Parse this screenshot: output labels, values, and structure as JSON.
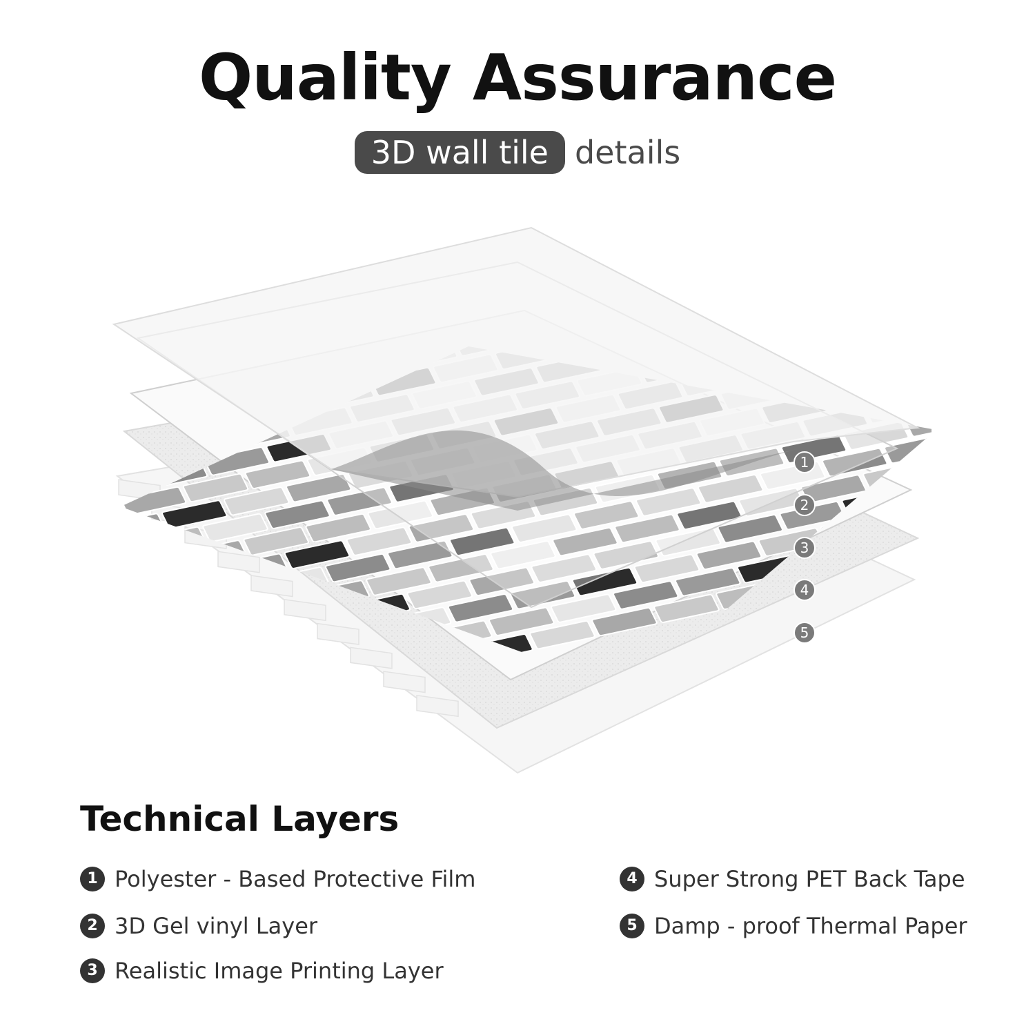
{
  "header": {
    "title": "Quality Assurance",
    "pill_label": "3D wall tile",
    "pill_suffix": "details"
  },
  "illustration": {
    "callouts": [
      "1",
      "2",
      "3",
      "4",
      "5"
    ]
  },
  "technical": {
    "heading": "Technical Layers",
    "items": [
      {
        "num": "1",
        "label": "Polyester - Based Protective Film"
      },
      {
        "num": "2",
        "label": "3D Gel vinyl Layer"
      },
      {
        "num": "3",
        "label": "Realistic Image Printing Layer"
      },
      {
        "num": "4",
        "label": "Super Strong PET Back Tape"
      },
      {
        "num": "5",
        "label": "Damp - proof Thermal Paper"
      }
    ]
  },
  "colors": {
    "pill_bg": "#4a4a4a",
    "text_dark": "#111111",
    "badge_bg": "#333333"
  }
}
